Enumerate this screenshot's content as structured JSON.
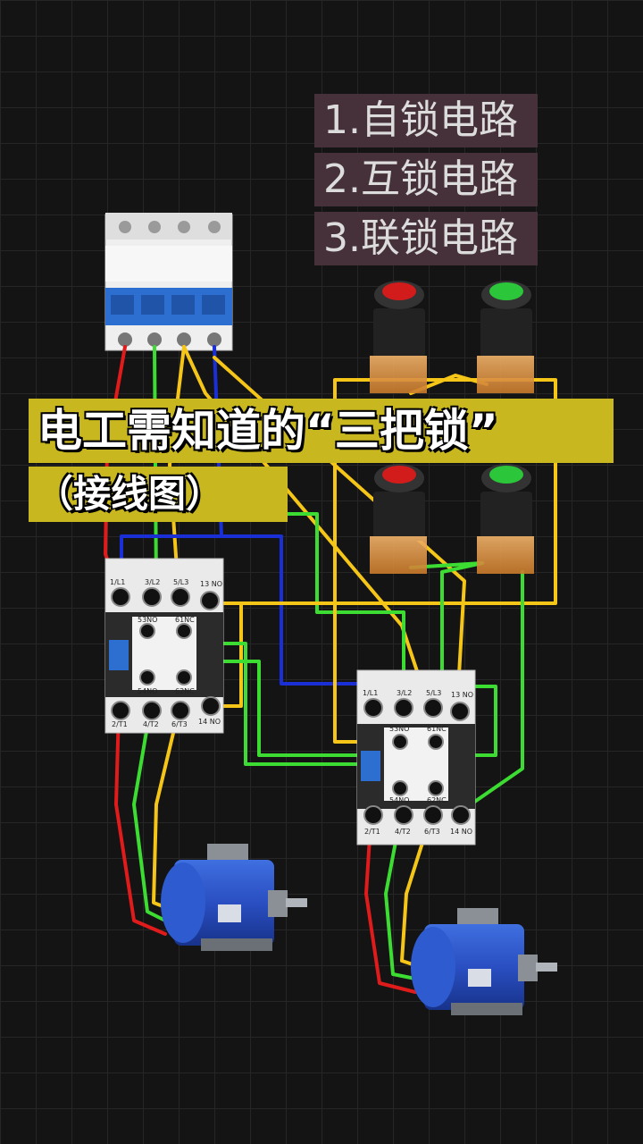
{
  "topics": [
    {
      "text": "1.自锁电路"
    },
    {
      "text": "2.互锁电路"
    },
    {
      "text": "3.联锁电路"
    }
  ],
  "banner": {
    "title": "电工需知道的“三把锁”",
    "subtitle": "（接线图）"
  },
  "contactor_1": {
    "top_terminals": [
      "1/L1",
      "3/L2",
      "5/L3",
      "13 NO"
    ],
    "aux_top": [
      "53NO",
      "61NC"
    ],
    "aux_bottom": [
      "54NO",
      "62NC"
    ],
    "bottom_terminals": [
      "2/T1",
      "4/T2",
      "6/T3",
      "14 NO"
    ]
  },
  "contactor_2": {
    "top_terminals": [
      "1/L1",
      "3/L2",
      "5/L3",
      "13 NO"
    ],
    "aux_top": [
      "53NO",
      "61NC"
    ],
    "aux_bottom": [
      "54NO",
      "62NC"
    ],
    "bottom_terminals": [
      "2/T1",
      "4/T2",
      "6/T3",
      "14 NO"
    ]
  },
  "wire_colors": {
    "phase_a": "#e01b1b",
    "phase_b": "#3ddc33",
    "phase_c": "#f5c518",
    "neutral": "#1a2fd6",
    "control": "#f5c518"
  }
}
